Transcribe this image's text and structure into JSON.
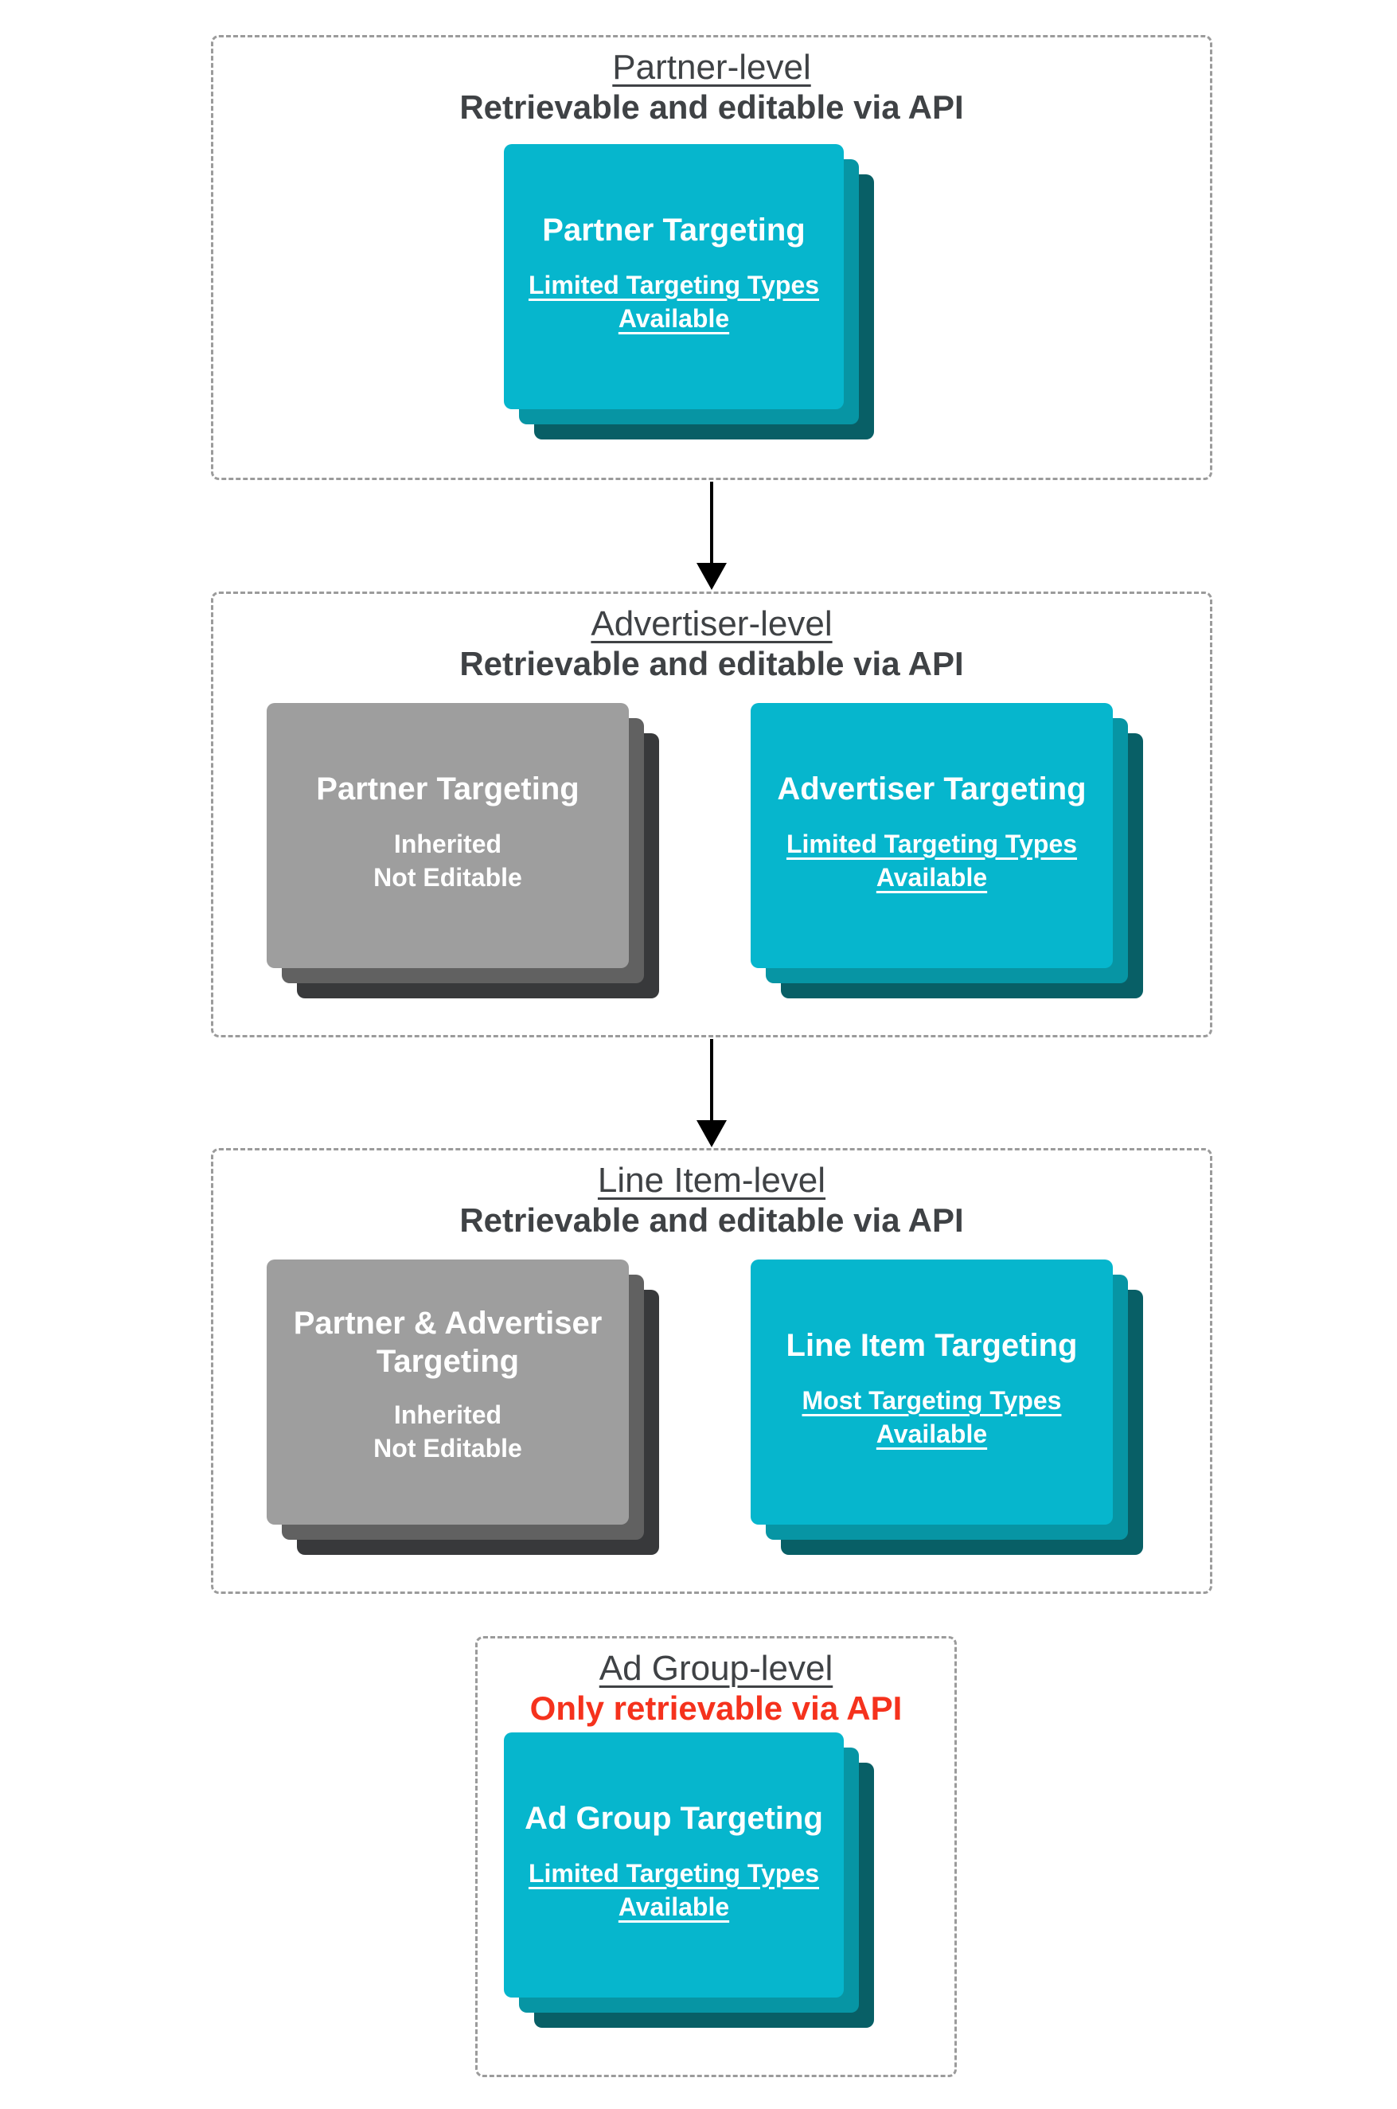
{
  "diagram": {
    "sections": [
      {
        "level_title": "Partner-level",
        "api_note": "Retrievable and editable via API",
        "api_note_style": "default",
        "cards": [
          {
            "kind": "teal",
            "title": "Partner Targeting",
            "lines": [
              "Limited Targeting Types",
              "Available"
            ]
          }
        ]
      },
      {
        "level_title": "Advertiser-level",
        "api_note": "Retrievable and editable via API",
        "api_note_style": "default",
        "cards": [
          {
            "kind": "gray",
            "title": "Partner Targeting",
            "lines": [
              "Inherited",
              "Not Editable"
            ]
          },
          {
            "kind": "teal",
            "title": "Advertiser Targeting",
            "lines": [
              "Limited Targeting Types",
              "Available"
            ]
          }
        ]
      },
      {
        "level_title": "Line Item-level",
        "api_note": "Retrievable and editable via API",
        "api_note_style": "default",
        "cards": [
          {
            "kind": "gray",
            "title": "Partner & Advertiser Targeting",
            "lines": [
              "Inherited",
              "Not Editable"
            ]
          },
          {
            "kind": "teal",
            "title": "Line Item Targeting",
            "lines": [
              "Most Targeting Types",
              "Available"
            ]
          }
        ]
      },
      {
        "level_title": "Ad Group-level",
        "api_note": "Only retrievable via API",
        "api_note_style": "red",
        "cards": [
          {
            "kind": "teal",
            "title": "Ad Group Targeting",
            "lines": [
              "Limited Targeting Types",
              "Available"
            ]
          }
        ]
      }
    ],
    "colors": {
      "teal_front": "#06b6cd",
      "teal_mid": "#0795a4",
      "teal_back": "#085f66",
      "gray_front": "#9e9e9e",
      "gray_mid": "#616161",
      "gray_back": "#38393b",
      "heading_text": "#3f4245",
      "red_note": "#f5321d",
      "card_text": "#ffffff",
      "border_dash": "#9b9b9b",
      "arrow": "#000000"
    }
  }
}
